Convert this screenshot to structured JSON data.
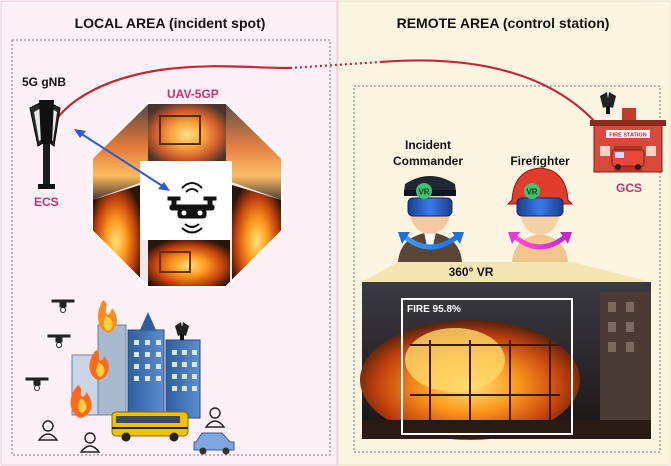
{
  "local_panel": {
    "title": "LOCAL AREA (incident spot)",
    "gnb_label": "5G gNB",
    "ecs_label": "ECS",
    "uav_label": "UAV-5GP"
  },
  "remote_panel": {
    "title": "REMOTE AREA (control station)",
    "commander_label": "Incident Commander",
    "commander_line1": "Incident",
    "commander_line2": "Commander",
    "firefighter_label": "Firefighter",
    "gcs_label": "GCS",
    "vr_label": "360° VR",
    "headset_text": "VR",
    "station_sign": "FIRE STATION",
    "detection_label": "FIRE 95.8%"
  },
  "colors": {
    "local_bg": "#fdf0f7",
    "remote_bg": "#fbf5e2",
    "accent_magenta": "#c8326e",
    "link_red": "#c0283a",
    "link_blue": "#2a5bd7"
  }
}
